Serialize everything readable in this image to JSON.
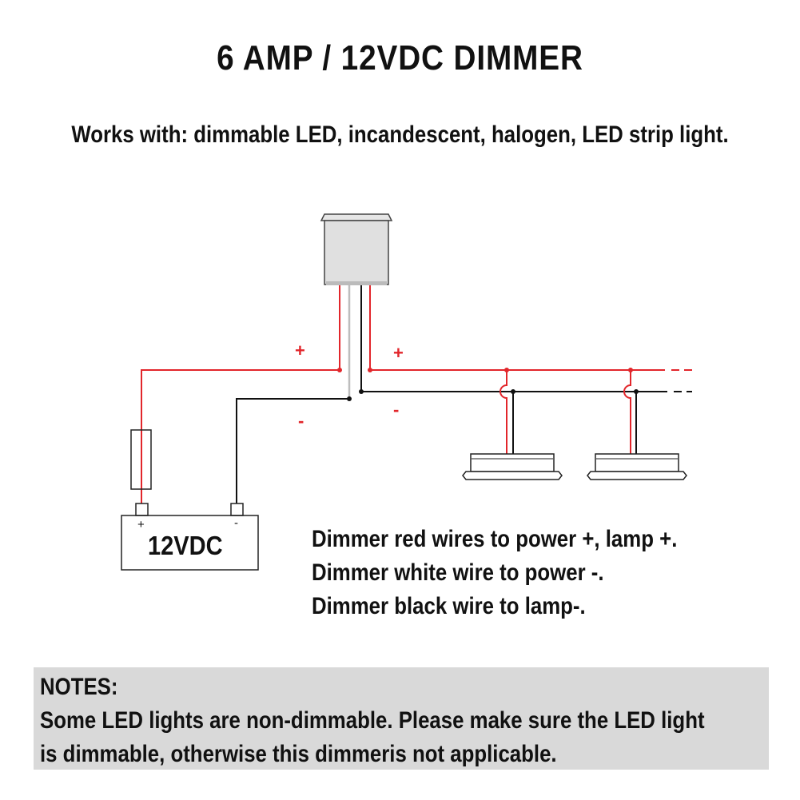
{
  "title": "6 AMP / 12VDC DIMMER",
  "subtitle": "Works with: dimmable LED, incandescent, halogen, LED strip light.",
  "diagram": {
    "battery": {
      "label": "12VDC",
      "terminal_plus": "+",
      "terminal_minus": "-"
    },
    "signs": {
      "left_plus": "+",
      "left_minus": "-",
      "right_plus": "+",
      "right_minus": "-"
    },
    "colors": {
      "red_wire": "#e2262b",
      "black_wire": "#111111",
      "white_wire": "#bdbdbd",
      "dimmer_body": "#e0e0e0"
    }
  },
  "instructions": [
    "Dimmer red wires to power +, lamp +.",
    "Dimmer white wire to power -.",
    "Dimmer black wire to lamp-."
  ],
  "notes": {
    "heading": "NOTES:",
    "lines": [
      "Some LED lights are non-dimmable. Please make sure the LED light",
      "is dimmable, otherwise this dimmeris not applicable."
    ]
  }
}
